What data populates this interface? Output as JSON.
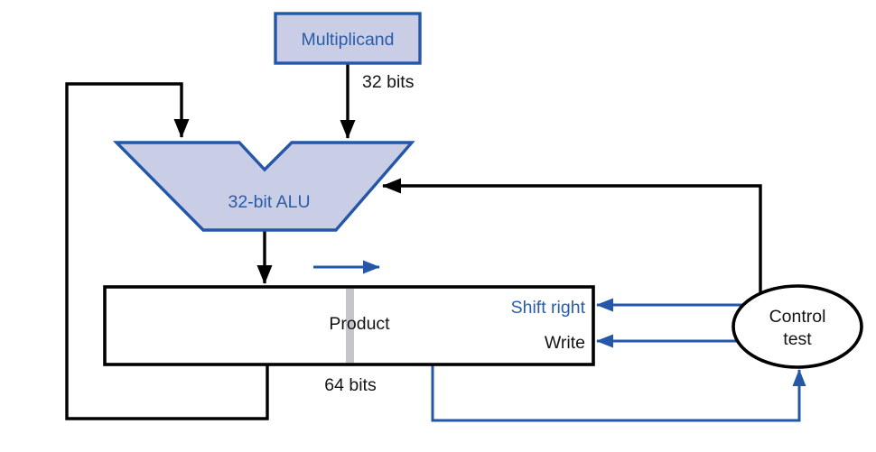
{
  "figure": {
    "kind": "multiplication-hardware-block-diagram"
  },
  "colors": {
    "wire_black": "#000000",
    "wire_blue": "#2457a7",
    "text_blue": "#2a5caa",
    "node_fill": "#cacde6",
    "node_border_blue": "#2457a7",
    "stripe_gray": "#c6c6ca",
    "background": "#ffffff"
  },
  "nodes": {
    "multiplicand": {
      "label": "Multiplicand",
      "bus_width": "32 bits"
    },
    "alu": {
      "label": "32-bit ALU"
    },
    "product": {
      "label": "Product",
      "bus_width": "64 bits",
      "signals": {
        "shift": "Shift right",
        "write": "Write"
      }
    },
    "control": {
      "line1": "Control",
      "line2": "test"
    }
  },
  "edges": [
    {
      "from": "multiplicand",
      "to": "alu-right-input",
      "style": "black-arrow",
      "label": "32 bits"
    },
    {
      "from": "alu-output",
      "to": "product-register-top",
      "style": "black-arrow"
    },
    {
      "from": "product-register-bottom-left",
      "to": "alu-left-input",
      "style": "black-arrow"
    },
    {
      "from": "control-test",
      "to": "alu-right-side",
      "style": "black-arrow"
    },
    {
      "from": "control-test",
      "to": "product-shift-right",
      "style": "blue-arrow"
    },
    {
      "from": "control-test",
      "to": "product-write",
      "style": "blue-arrow"
    },
    {
      "from": "product-register-bottom",
      "to": "control-test",
      "style": "blue-arrow"
    },
    {
      "from": "shift-direction-indicator",
      "to": "right",
      "style": "blue-arrow"
    }
  ]
}
